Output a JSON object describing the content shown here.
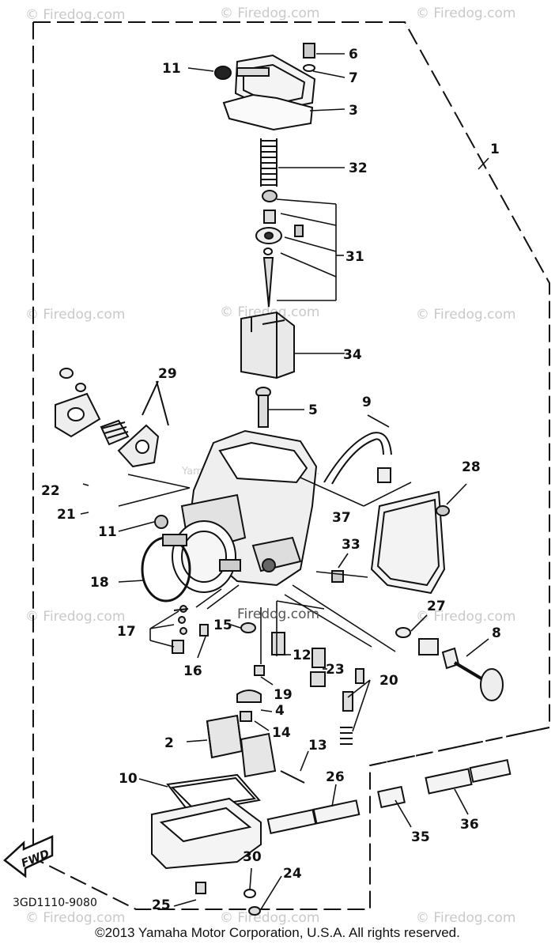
{
  "watermark": "© Firedog.com",
  "inline_watermark": "Firedog.com",
  "faint_watermark": "Yamaha Motor Corp. U.S.A.",
  "diagram_code": "3GD1110-9080",
  "fwd_label": "FWD",
  "copyright": "©2013 Yamaha Motor Corporation, U.S.A. All rights reserved.",
  "parts": [
    {
      "id": "p1",
      "label": "1"
    },
    {
      "id": "p2",
      "label": "2"
    },
    {
      "id": "p3",
      "label": "3"
    },
    {
      "id": "p4",
      "label": "4"
    },
    {
      "id": "p5",
      "label": "5"
    },
    {
      "id": "p6",
      "label": "6"
    },
    {
      "id": "p7",
      "label": "7"
    },
    {
      "id": "p8",
      "label": "8"
    },
    {
      "id": "p9",
      "label": "9"
    },
    {
      "id": "p10",
      "label": "10"
    },
    {
      "id": "p11a",
      "label": "11"
    },
    {
      "id": "p11b",
      "label": "11"
    },
    {
      "id": "p12",
      "label": "12"
    },
    {
      "id": "p13",
      "label": "13"
    },
    {
      "id": "p14",
      "label": "14"
    },
    {
      "id": "p15",
      "label": "15"
    },
    {
      "id": "p16",
      "label": "16"
    },
    {
      "id": "p17",
      "label": "17"
    },
    {
      "id": "p18",
      "label": "18"
    },
    {
      "id": "p19",
      "label": "19"
    },
    {
      "id": "p20",
      "label": "20"
    },
    {
      "id": "p21",
      "label": "21"
    },
    {
      "id": "p22",
      "label": "22"
    },
    {
      "id": "p23",
      "label": "23"
    },
    {
      "id": "p24",
      "label": "24"
    },
    {
      "id": "p25",
      "label": "25"
    },
    {
      "id": "p26",
      "label": "26"
    },
    {
      "id": "p27",
      "label": "27"
    },
    {
      "id": "p28",
      "label": "28"
    },
    {
      "id": "p29",
      "label": "29"
    },
    {
      "id": "p30",
      "label": "30"
    },
    {
      "id": "p31",
      "label": "31"
    },
    {
      "id": "p32",
      "label": "32"
    },
    {
      "id": "p33",
      "label": "33"
    },
    {
      "id": "p34",
      "label": "34"
    },
    {
      "id": "p35",
      "label": "35"
    },
    {
      "id": "p36",
      "label": "36"
    },
    {
      "id": "p37",
      "label": "37"
    }
  ]
}
